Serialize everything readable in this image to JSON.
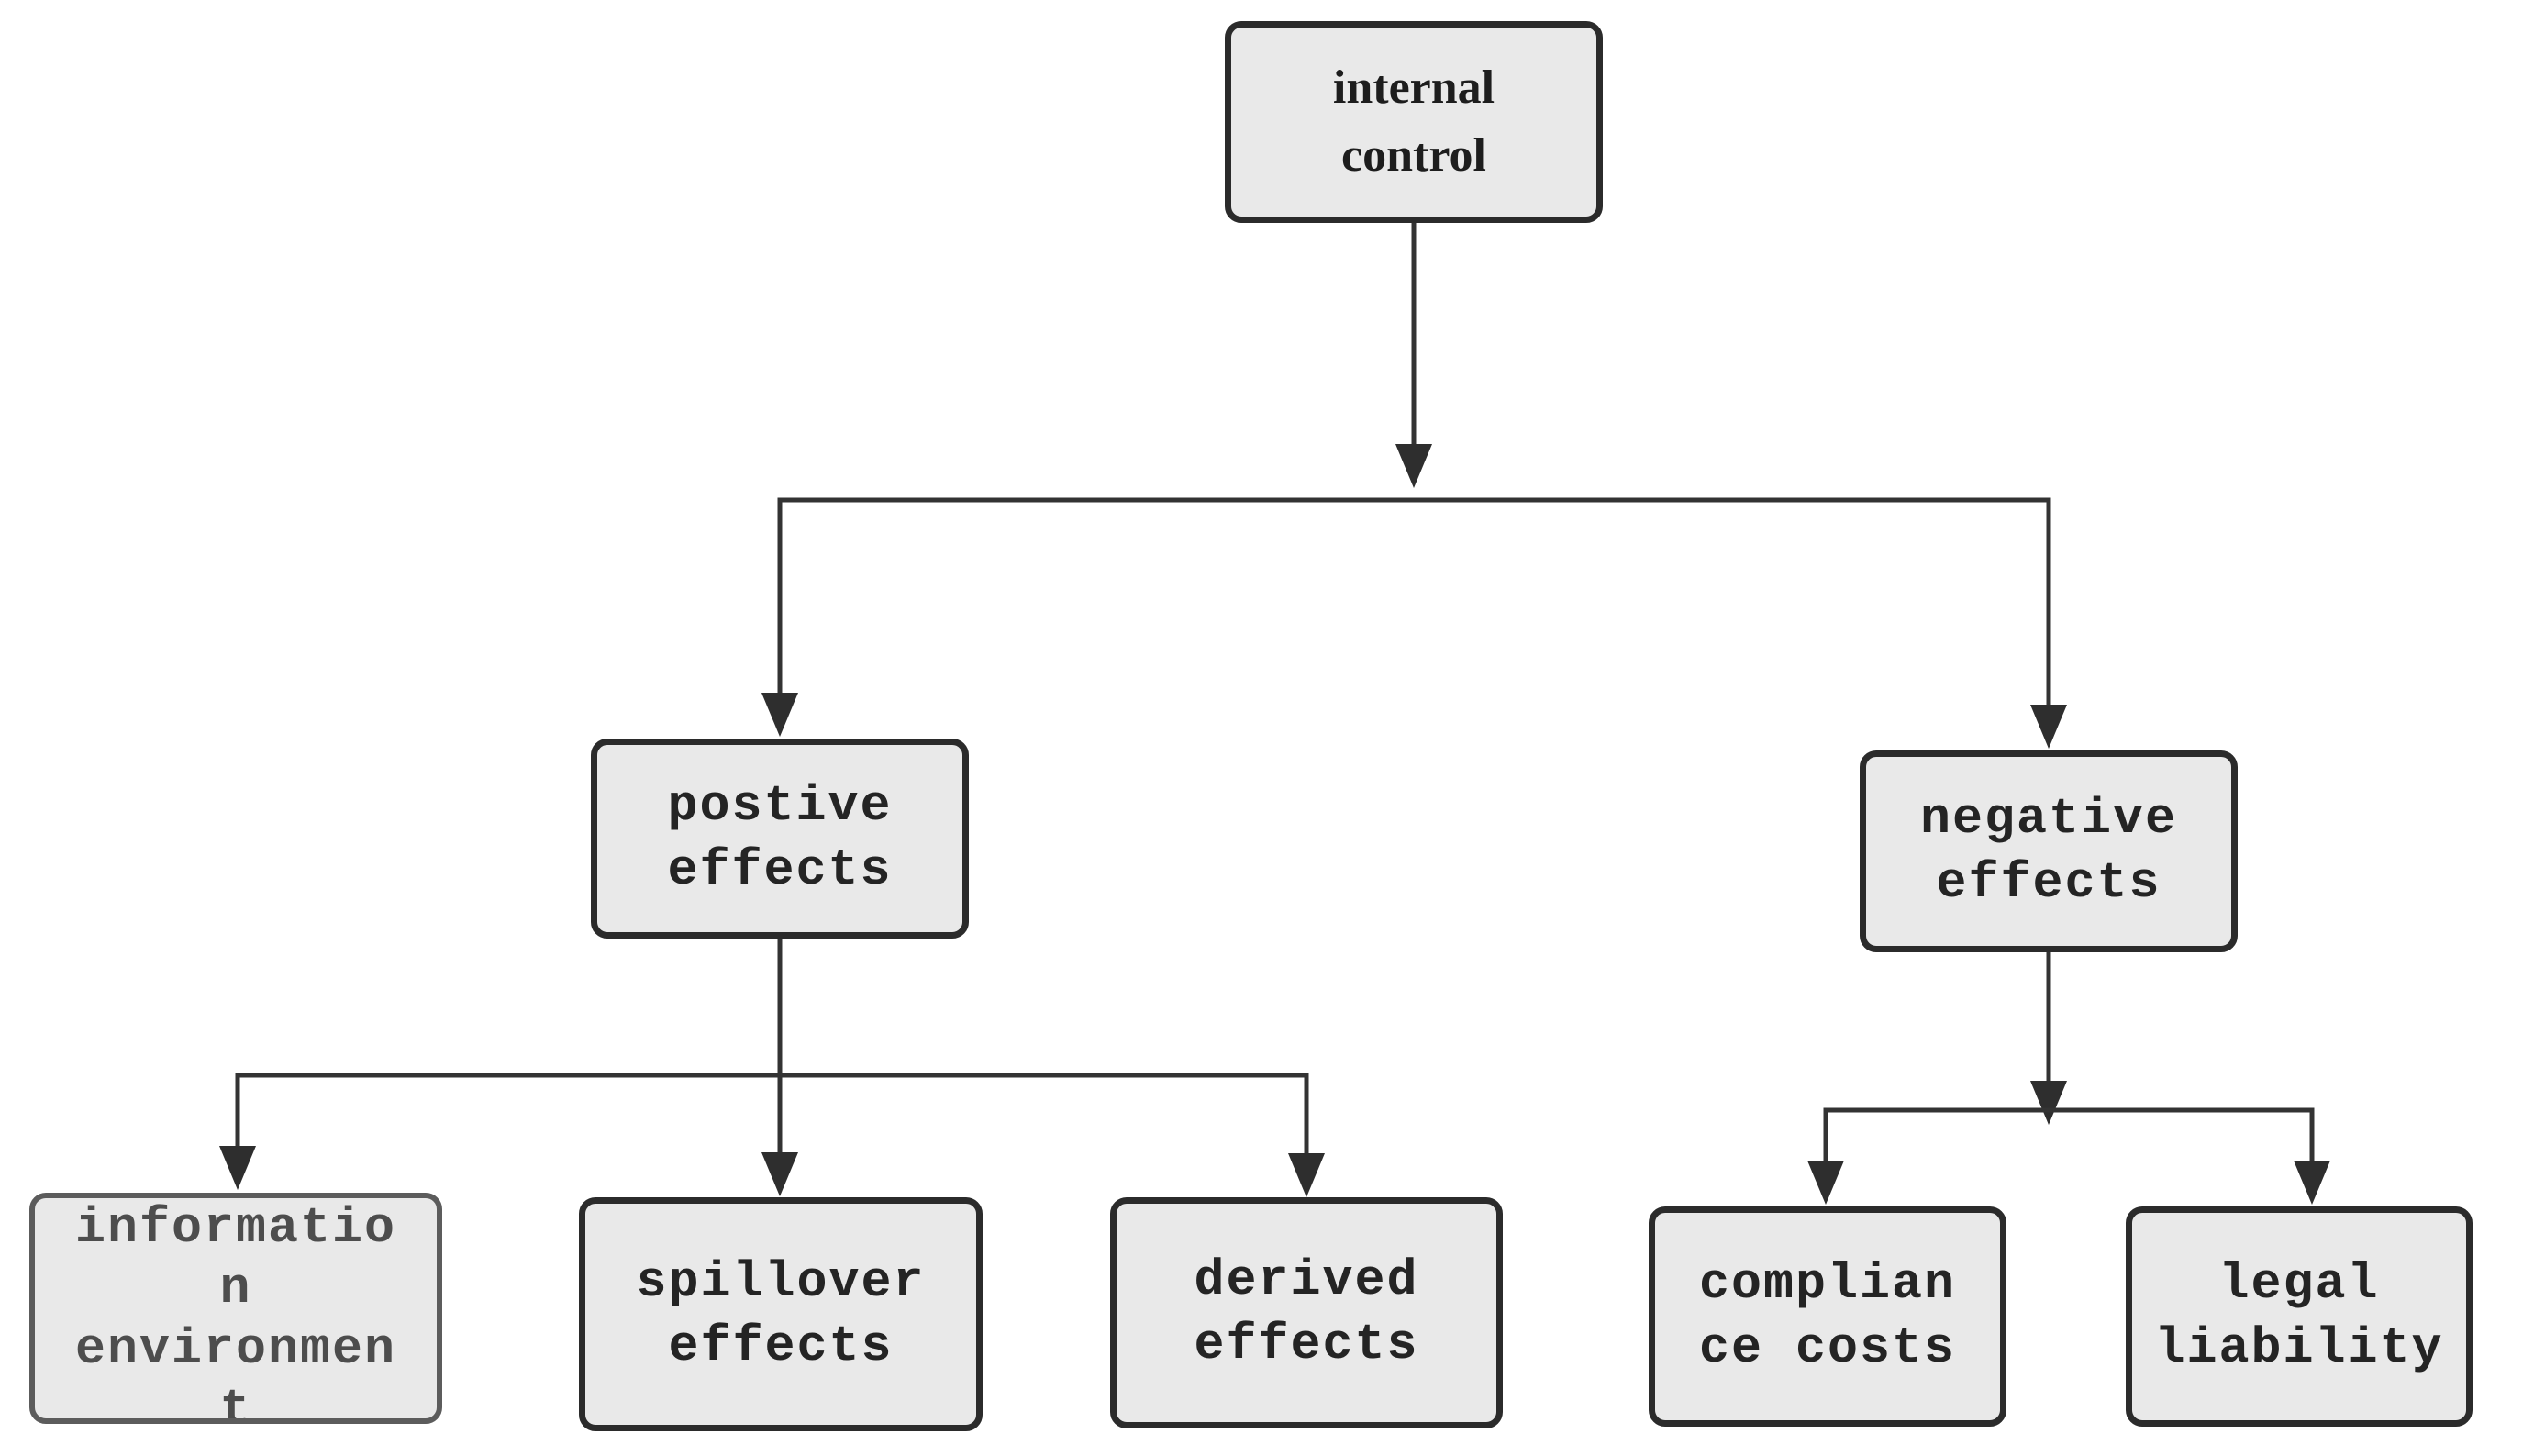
{
  "diagram": {
    "nodes": {
      "root": {
        "label": "internal\ncontrol"
      },
      "positive": {
        "label": "postive\neffects"
      },
      "negative": {
        "label": "negative\neffects"
      },
      "information": {
        "label": "informatio\nn\nenvironmen\nt"
      },
      "spillover": {
        "label": "spillover\neffects"
      },
      "derived": {
        "label": "derived\neffects"
      },
      "compliance": {
        "label": "complian\nce costs"
      },
      "legal": {
        "label": "legal\nliability"
      }
    },
    "edges": [
      {
        "from": "internal control",
        "to": "postive effects"
      },
      {
        "from": "internal control",
        "to": "negative effects"
      },
      {
        "from": "postive effects",
        "to": "information environment"
      },
      {
        "from": "postive effects",
        "to": "spillover effects"
      },
      {
        "from": "postive effects",
        "to": "derived effects"
      },
      {
        "from": "negative effects",
        "to": "compliance costs"
      },
      {
        "from": "negative effects",
        "to": "legal liability"
      }
    ],
    "colors": {
      "background": "#ffffff",
      "node_fill": "#e9e9e9",
      "node_border": "#2b2b2b",
      "muted_node_border": "#5c5c5c",
      "text": "#242424",
      "muted_text": "#4d4d4d",
      "connector": "#333333"
    }
  }
}
